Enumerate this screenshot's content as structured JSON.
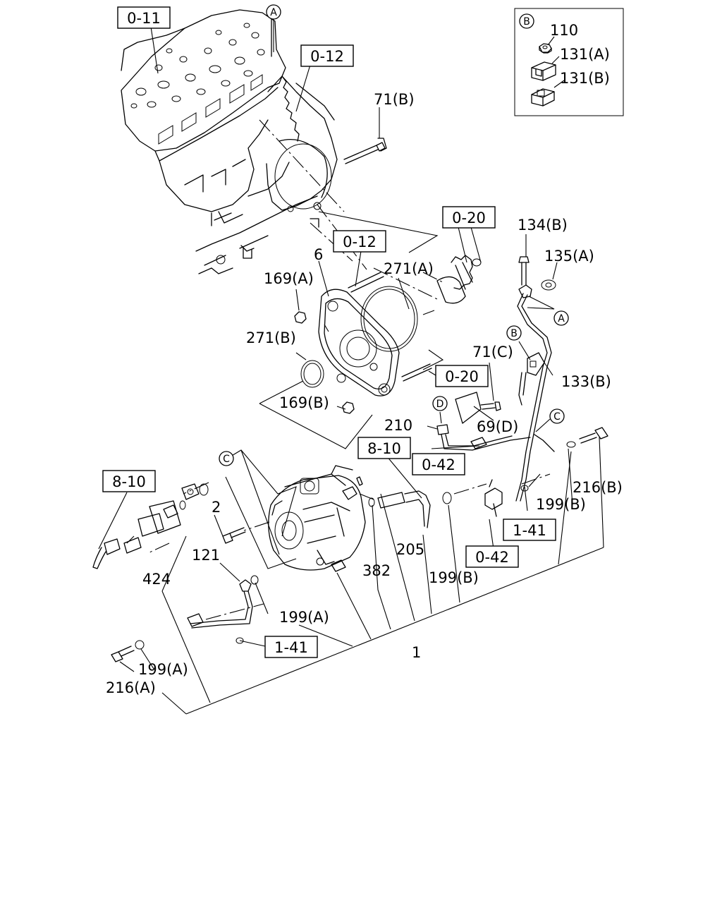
{
  "figure": {
    "part_labels": {
      "p110": "110",
      "p131a": "131(A)",
      "p131b": "131(B)",
      "p71b": "71(B)",
      "p134b": "134(B)",
      "p135a": "135(A)",
      "p6": "6",
      "p271a": "271(A)",
      "p169a": "169(A)",
      "p271b": "271(B)",
      "p71c": "71(C)",
      "p133b": "133(B)",
      "p169b": "169(B)",
      "p210": "210",
      "p69d": "69(D)",
      "p216b": "216(B)",
      "p2": "2",
      "p199b_r": "199(B)",
      "p121": "121",
      "p424": "424",
      "p382": "382",
      "p205": "205",
      "p199b_c": "199(B)",
      "p199a_c": "199(A)",
      "p1": "1",
      "p199a_l": "199(A)",
      "p216a": "216(A)"
    },
    "section_refs": {
      "r_0_11": "0-11",
      "r_0_12_top": "0-12",
      "r_0_20_top": "0-20",
      "r_0_12_mid": "0-12",
      "r_0_20_mid": "0-20",
      "r_8_10_mid": "8-10",
      "r_0_42_mid": "0-42",
      "r_8_10_left": "8-10",
      "r_1_41_right": "1-41",
      "r_0_42_bot": "0-42",
      "r_1_41_bot": "1-41"
    },
    "callouts": {
      "c_a_top": "A",
      "c_b_inset": "B",
      "c_a_pipe": "A",
      "c_b_pipe": "B",
      "c_c_pipe": "C",
      "c_d": "D",
      "c_c_pump": "C"
    }
  }
}
